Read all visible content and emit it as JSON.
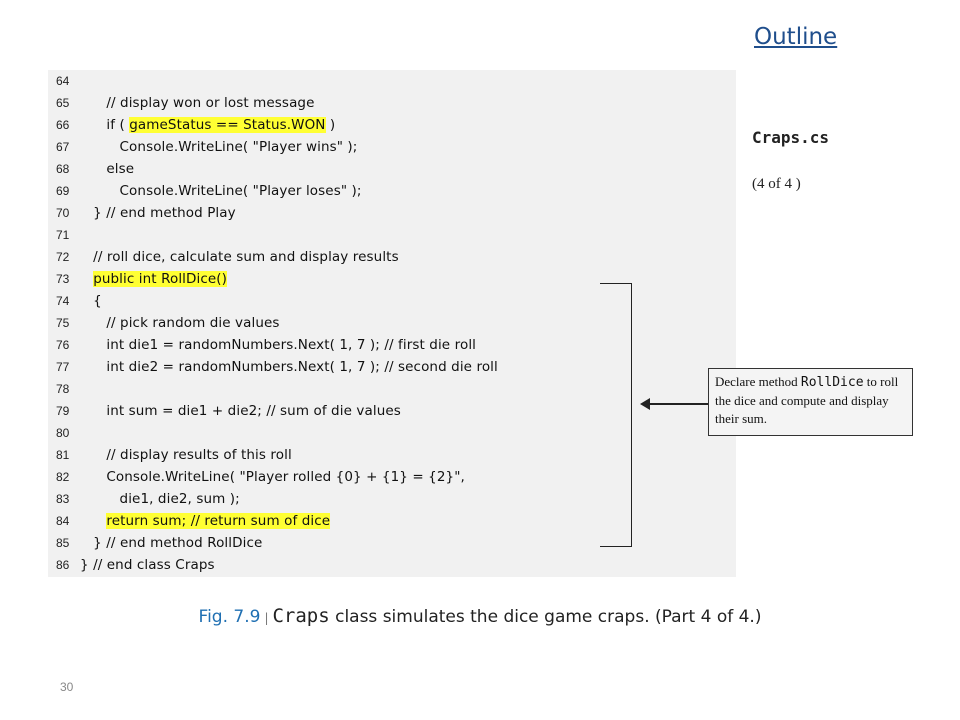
{
  "header": {
    "outline_link": "Outline"
  },
  "code": {
    "lines": [
      {
        "num": "64",
        "text": ""
      },
      {
        "num": "65",
        "text": "      // display won or lost message"
      },
      {
        "num": "66",
        "pre": "      if ( ",
        "hl": "gameStatus == Status.WON",
        "post": " )"
      },
      {
        "num": "67",
        "text": "         Console.WriteLine( \"Player wins\" );"
      },
      {
        "num": "68",
        "text": "      else"
      },
      {
        "num": "69",
        "text": "         Console.WriteLine( \"Player loses\" );"
      },
      {
        "num": "70",
        "text": "   } // end method Play"
      },
      {
        "num": "71",
        "text": ""
      },
      {
        "num": "72",
        "text": "   // roll dice, calculate sum and display results"
      },
      {
        "num": "73",
        "pre": "   ",
        "hl": "public int RollDice()",
        "post": ""
      },
      {
        "num": "74",
        "text": "   {"
      },
      {
        "num": "75",
        "text": "      // pick random die values"
      },
      {
        "num": "76",
        "text": "      int die1 = randomNumbers.Next( 1, 7 ); // first die roll"
      },
      {
        "num": "77",
        "text": "      int die2 = randomNumbers.Next( 1, 7 ); // second die roll"
      },
      {
        "num": "78",
        "text": ""
      },
      {
        "num": "79",
        "text": "      int sum = die1 + die2; // sum of die values"
      },
      {
        "num": "80",
        "text": ""
      },
      {
        "num": "81",
        "text": "      // display results of this roll"
      },
      {
        "num": "82",
        "text": "      Console.WriteLine( \"Player rolled {0} + {1} = {2}\","
      },
      {
        "num": "83",
        "text": "         die1, die2, sum );"
      },
      {
        "num": "84",
        "pre": "      ",
        "hl": "return sum; // return sum of dice",
        "post": ""
      },
      {
        "num": "85",
        "text": "   } // end method RollDice"
      },
      {
        "num": "86",
        "text": "} // end class Craps"
      }
    ]
  },
  "sidebar": {
    "file_title": "Craps.cs",
    "part": "(4 of 4 )"
  },
  "callout": {
    "prefix": "Declare method ",
    "method": "RollDice",
    "suffix": " to roll the dice and compute and display their sum."
  },
  "caption": {
    "fig": "Fig. 7.9",
    "sep": "|",
    "class_name": "Craps",
    "text": " class simulates the dice game craps. (Part 4 of 4.)"
  },
  "footer": {
    "page_number": "30"
  },
  "colors": {
    "highlight": "#ffff33",
    "link": "#1f4e8c",
    "figure_label": "#1f6fb2",
    "code_bg": "#f1f1f1"
  }
}
